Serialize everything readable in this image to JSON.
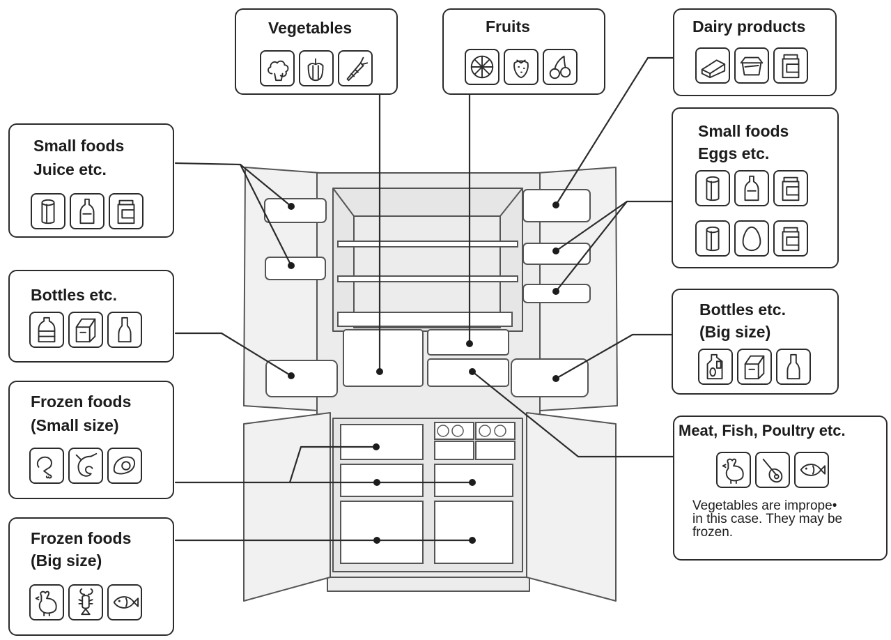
{
  "boxes": {
    "vegetables": {
      "title": "Vegetables",
      "icons": [
        "broccoli-icon",
        "bell-pepper-icon",
        "carrot-icon"
      ]
    },
    "fruits": {
      "title": "Fruits",
      "icons": [
        "citrus-slice-icon",
        "strawberry-icon",
        "cherry-icon"
      ]
    },
    "dairy": {
      "title": "Dairy products",
      "icons": [
        "cheese-icon",
        "butter-tub-icon",
        "jar-icon"
      ]
    },
    "small_juice": {
      "title_lines": [
        "Small foods",
        "Juice etc."
      ],
      "icons": [
        "can-icon",
        "sauce-bottle-icon",
        "jar-icon"
      ]
    },
    "small_eggs": {
      "title_lines": [
        "Small foods",
        "Eggs etc."
      ],
      "icons": [
        "can-icon",
        "sauce-bottle-icon",
        "jar-icon",
        "can-icon",
        "egg-icon",
        "jar-icon"
      ]
    },
    "bottles_left": {
      "title": "Bottles etc.",
      "icons": [
        "water-bottle-icon",
        "milk-carton-icon",
        "wine-bottle-icon"
      ]
    },
    "bottles_big": {
      "title_lines": [
        "Bottles etc.",
        "(Big size)"
      ],
      "icons": [
        "jug-icon",
        "milk-carton-icon",
        "wine-bottle-icon"
      ]
    },
    "frozen_small": {
      "title_lines": [
        "Frozen foods",
        "(Small size)"
      ],
      "icons": [
        "drumstick-icon",
        "shrimp-icon",
        "fish-steak-icon"
      ]
    },
    "frozen_big": {
      "title_lines": [
        "Frozen foods",
        "(Big size)"
      ],
      "icons": [
        "chicken-icon",
        "lobster-icon",
        "fish-icon"
      ]
    },
    "meat": {
      "title": "Meat, Fish, Poultry etc.",
      "icons": [
        "chicken-icon",
        "ham-icon",
        "fish-icon"
      ],
      "note_lines": [
        "Vegetables are imprope•",
        "in this case. They may be",
        "frozen."
      ]
    }
  },
  "colors": {
    "line": "#2b2b2b",
    "fridge_fill": "#f1f1f1",
    "fridge_inner": "#e6e6e6"
  }
}
